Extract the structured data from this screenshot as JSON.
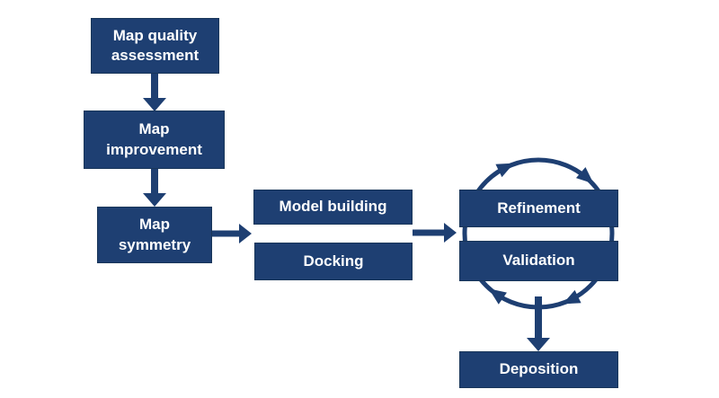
{
  "colors": {
    "box_fill": "#1e3f72",
    "box_border": "#183559",
    "arrow": "#1e3f72",
    "text_on_box": "#ffffff",
    "background": "#ffffff"
  },
  "boxes": {
    "map_quality_assessment": {
      "label": "Map quality\nassessment"
    },
    "map_improvement": {
      "label": "Map\nimprovement"
    },
    "map_symmetry": {
      "label": "Map\nsymmetry"
    },
    "model_building": {
      "label": "Model building"
    },
    "docking": {
      "label": "Docking"
    },
    "refinement": {
      "label": "Refinement"
    },
    "validation": {
      "label": "Validation"
    },
    "deposition": {
      "label": "Deposition"
    }
  }
}
